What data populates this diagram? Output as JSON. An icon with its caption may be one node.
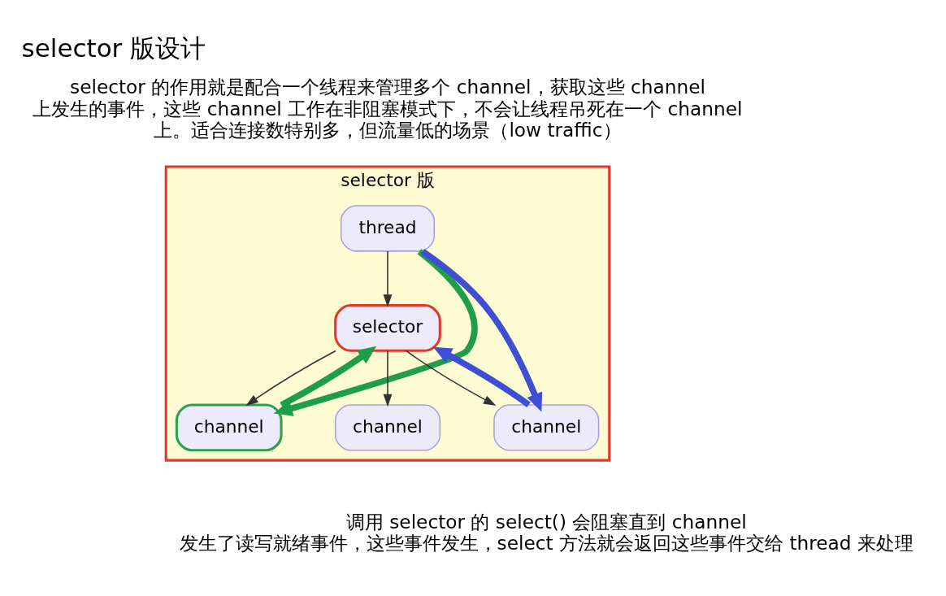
{
  "diagram": {
    "title": "selector 版设计",
    "nodes": [
      {
        "text": [
          "selector 版"
        ]
      },
      {
        "text": [
          "thread"
        ],
        "in": 0
      },
      {
        "text": [
          "selector"
        ],
        "in": 0
      },
      {
        "text": [
          "channel"
        ],
        "in": 0
      },
      {
        "text": [
          "channel"
        ],
        "in": 0
      },
      {
        "text": [
          "channel"
        ],
        "in": 0
      }
    ],
    "edges": [
      {
        "from": 1,
        "to": 2,
        "arrow": "to"
      },
      {
        "from": 2,
        "to": 3,
        "arrow": "to"
      },
      {
        "from": 2,
        "to": 4,
        "arrow": "to"
      },
      {
        "from": 2,
        "to": 5,
        "arrow": "to"
      },
      {
        "from": 1,
        "to": 3,
        "arrow": "to",
        "style": "thick",
        "color": "#1f9e4a"
      },
      {
        "from": 3,
        "to": 2,
        "arrow": "to",
        "style": "thick",
        "color": "#1f9e4a"
      },
      {
        "from": 1,
        "to": 5,
        "arrow": "to",
        "style": "thick",
        "color": "#3f4fd4"
      },
      {
        "from": 5,
        "to": 2,
        "arrow": "to",
        "style": "thick",
        "color": "#3f4fd4"
      }
    ],
    "labels": [
      "selector 的作用就是配合一个线程来管理多个 channel，获取这些 channel 上发生的事件，这些 channel 工作在非阻塞模式下，不会让线程吊死在一个 channel 上。适合连接数特别多，但流量低的场景（low traffic）",
      "调用 selector 的 select() 会阻塞直到 channel 发生了读写就绪事件，这些事件发生，select 方法就会返回这些事件交给 thread 来处理"
    ]
  }
}
